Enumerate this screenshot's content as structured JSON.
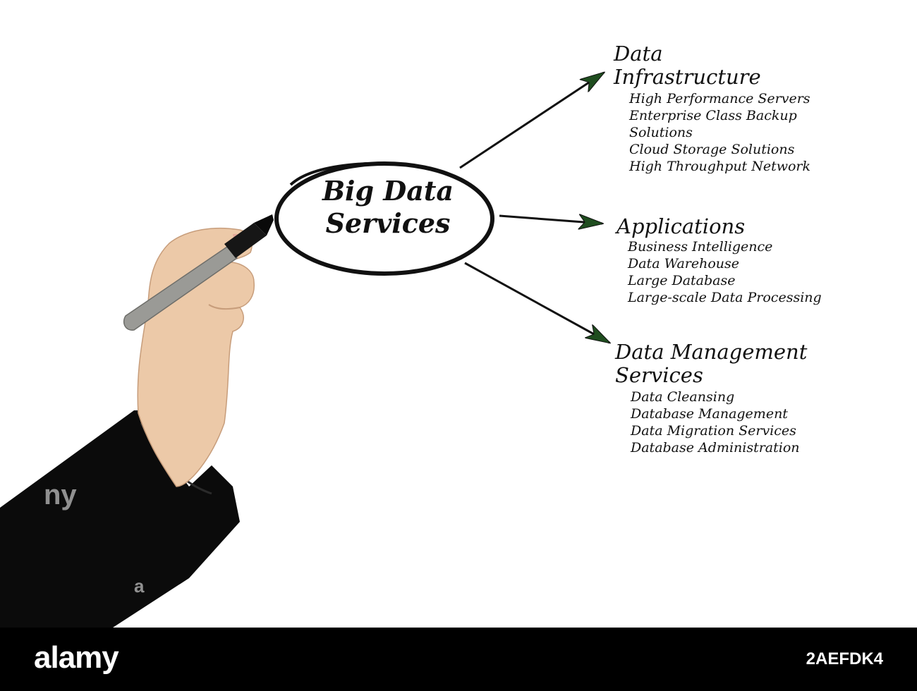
{
  "diagram": {
    "center": {
      "line1": "Big Data",
      "line2": "Services"
    },
    "branches": [
      {
        "heading_line1": "Data",
        "heading_line2": "Infrastructure",
        "items": [
          "High Performance Servers",
          "Enterprise Class Backup",
          "Solutions",
          "Cloud Storage Solutions",
          "High Throughput Network"
        ]
      },
      {
        "heading_line1": "Applications",
        "heading_line2": "",
        "items": [
          "Business Intelligence",
          "Data Warehouse",
          "Large Database",
          "Large-scale Data Processing"
        ]
      },
      {
        "heading_line1": "Data Management",
        "heading_line2": "Services",
        "items": [
          "Data Cleansing",
          "Database Management",
          "Data Migration Services",
          "Database Administration"
        ]
      }
    ],
    "arrowhead_color": "#1f4d1f",
    "ink_color": "#111111"
  },
  "watermark": {
    "brand": "alamy",
    "image_id": "2AEFDK4"
  }
}
